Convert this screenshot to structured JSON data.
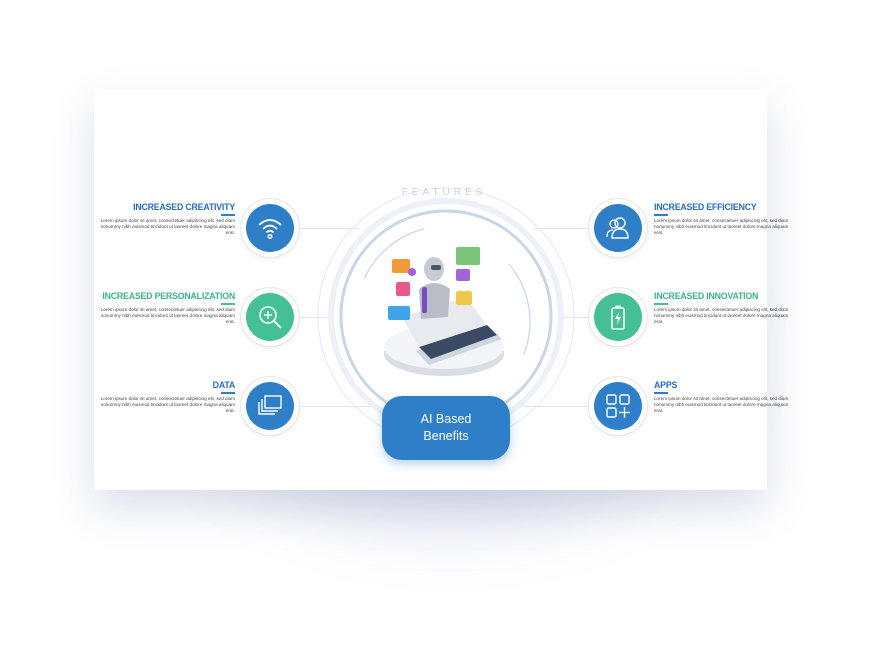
{
  "header": {
    "features_label": "FEATURES"
  },
  "center": {
    "line1": "AI Based",
    "line2": "Benefits"
  },
  "colors": {
    "blue": "#2f7fc8",
    "green": "#45bf95"
  },
  "left_items": [
    {
      "title": "INCREASED CREATIVITY",
      "color": "blue",
      "icon": "wifi-icon",
      "desc": "Lorem ipsum dolor sit amet, consectetuer adipiscing elit, sed diam nonummy nibh euismod tincidunt ut laoreet dolore magna aliquam erat."
    },
    {
      "title": "INCREASED PERSONALIZATION",
      "color": "green",
      "icon": "zoom-in-icon",
      "desc": "Lorem ipsum dolor sit amet, consectetuer adipiscing elit, sed diam nonummy nibh euismod tincidunt ut laoreet dolore magna aliquam erat."
    },
    {
      "title": "DATA",
      "color": "blue",
      "icon": "layers-icon",
      "desc": "Lorem ipsum dolor sit amet, consectetuer adipiscing elit, sed diam nonummy nibh euismod tincidunt ut laoreet dolore magna aliquam erat."
    }
  ],
  "right_items": [
    {
      "title": "INCREASED EFFICIENCY",
      "color": "blue",
      "icon": "users-icon",
      "desc": "Lorem ipsum dolor sit amet, consectetuer adipiscing elit, sed diam nonummy nibh euismod tincidunt ut laoreet dolore magna aliquam erat."
    },
    {
      "title": "INCREASED INNOVATION",
      "color": "green",
      "icon": "battery-icon",
      "desc": "Lorem ipsum dolor sit amet, consectetuer adipiscing elit, sed diam nonummy nibh euismod tincidunt ut laoreet dolore magna aliquam erat."
    },
    {
      "title": "APPS",
      "color": "blue",
      "icon": "apps-icon",
      "desc": "Lorem ipsum dolor sit amet, consectetuer adipiscing elit, sed diam nonummy nibh euismod tincidunt ut laoreet dolore magna aliquam erat."
    }
  ]
}
